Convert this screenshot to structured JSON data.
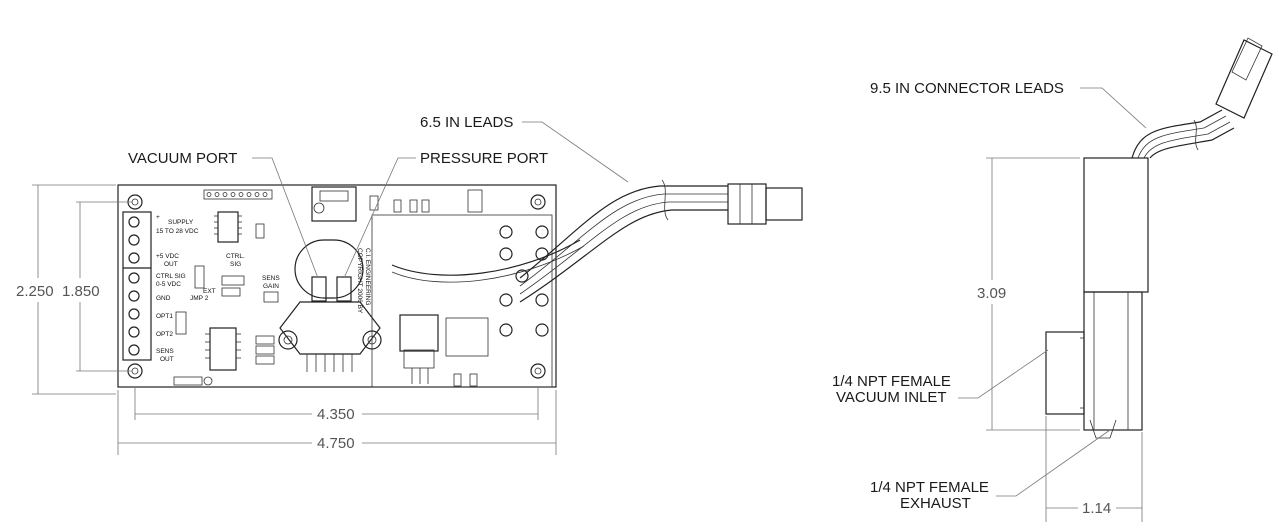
{
  "callouts": {
    "vacuum_port": "VACUUM PORT",
    "pressure_port": "PRESSURE PORT",
    "leads_65": "6.5 IN LEADS",
    "connector_leads": "9.5 IN CONNECTOR LEADS",
    "vacuum_inlet_line1": "1/4 NPT FEMALE",
    "vacuum_inlet_line2": "VACUUM INLET",
    "exhaust_line1": "1/4 NPT FEMALE",
    "exhaust_line2": "EXHAUST"
  },
  "dimensions": {
    "board_height_outer": "2.250",
    "board_height_inner": "1.850",
    "board_width_inner": "4.350",
    "board_width_outer": "4.750",
    "side_height": "3.09",
    "side_width": "1.14"
  },
  "silkscreen": {
    "supply": "SUPPLY",
    "supply_range": "15 TO 28 VDC",
    "plus": "+",
    "five_vdc": "+5 VDC",
    "out": "OUT",
    "ctrl_sig": "CTRL SIG",
    "ctrl_sig_range": "0-5 VDC",
    "gnd": "GND",
    "opt1": "OPT1",
    "opt2": "OPT2",
    "sens_out": "SENS",
    "sens_out2": "OUT",
    "ctrl": "CTRL.",
    "sig": "SIG",
    "sens": "SENS",
    "gain": "GAIN",
    "ext": "EXT",
    "jmp": "JMP 2",
    "copyright": "COPYRIGHT 2006 BY",
    "company": "C.I. ENGINEERING"
  }
}
